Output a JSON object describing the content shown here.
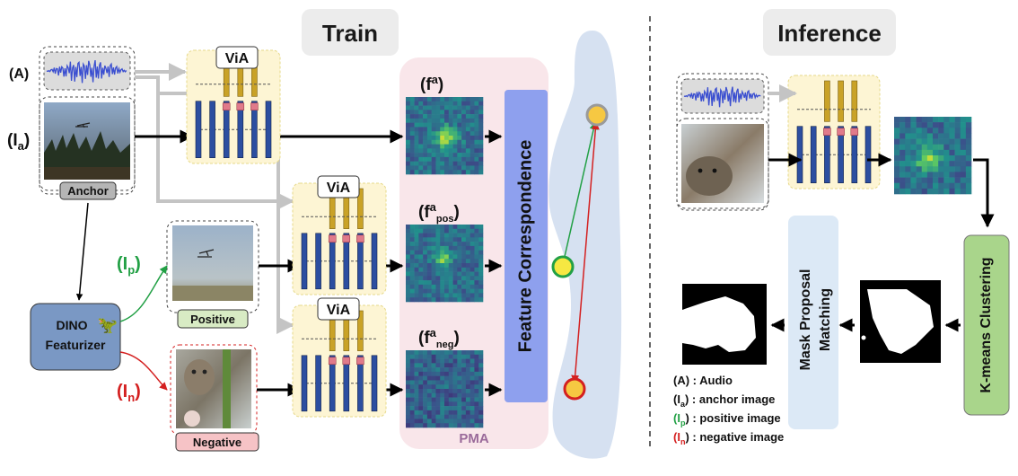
{
  "titles": {
    "train": "Train",
    "inference": "Inference"
  },
  "inputs": {
    "audio": "(A)",
    "anchor_sym": "(I",
    "anchor_sub": "a",
    "positive_sym": "(I",
    "positive_sub": "p",
    "negative_sym": "(I",
    "negative_sub": "n",
    "close_paren": ")"
  },
  "labels": {
    "anchor": "Anchor",
    "positive": "Positive",
    "negative": "Negative"
  },
  "modules": {
    "via": "ViA",
    "dino_line1": "DINO",
    "dino_line2": "Featurizer",
    "dino_emoji": "🦖",
    "pma": "PMA",
    "feature_correspondence": "Feature Correspondence",
    "mask_line1": "Mask Proposal",
    "mask_line2": "Matching",
    "kmeans": "K-means Clustering"
  },
  "features": {
    "fa_base": "(f",
    "fa_sup": "a",
    "fpos_sub": "pos",
    "fneg_sub": "neg",
    "close_paren": ")"
  },
  "legend": [
    {
      "sym": "(A)",
      "sub": "",
      "sym_color": "#111111",
      "text": " : Audio"
    },
    {
      "sym": "(I",
      "sub": "a",
      "sym_color": "#111111",
      "text": " : anchor image"
    },
    {
      "sym": "(I",
      "sub": "p",
      "sym_color": "#22a045",
      "text": " : positive image"
    },
    {
      "sym": "(I",
      "sub": "n",
      "sym_color": "#d42020",
      "text": " : negative image"
    }
  ],
  "colors": {
    "positive": "#22a045",
    "negative": "#d42020",
    "via_bg": "#fdf5d4",
    "pma_bg": "#f9e6ea",
    "fc_blue": "#8ea0ee",
    "dino_blue": "#7a98c4",
    "kmeans_green": "#a9d58b",
    "mask_blue": "#dce9f6",
    "anchor_label": "#b5b5b5",
    "positive_label": "#d8ebc4",
    "negative_label": "#f6c3c6"
  }
}
